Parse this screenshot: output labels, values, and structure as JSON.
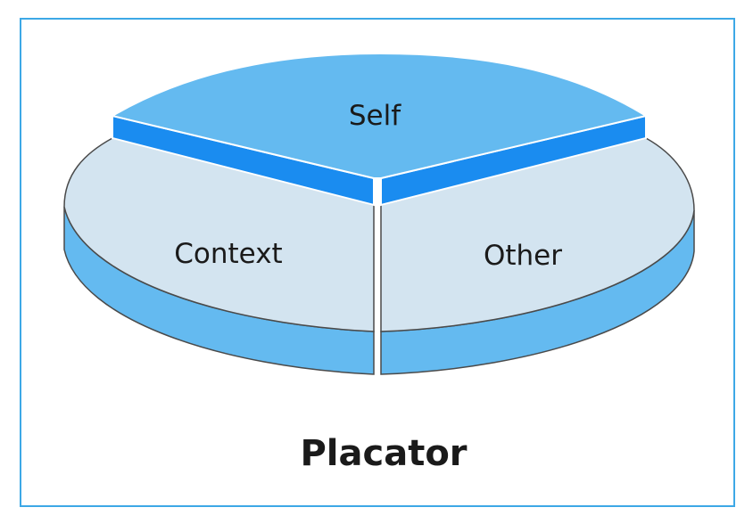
{
  "diagram": {
    "title": "Placator",
    "segments": [
      {
        "id": "self",
        "label": "Self"
      },
      {
        "id": "context",
        "label": "Context"
      },
      {
        "id": "other",
        "label": "Other"
      }
    ]
  },
  "colors": {
    "frame": "#3da8e6",
    "self_top": "#64baf0",
    "self_rim": "#1a8cf0",
    "slice_top": "#d3e4f0",
    "slice_side": "#64baf0",
    "outline": "#4a4a4a"
  }
}
